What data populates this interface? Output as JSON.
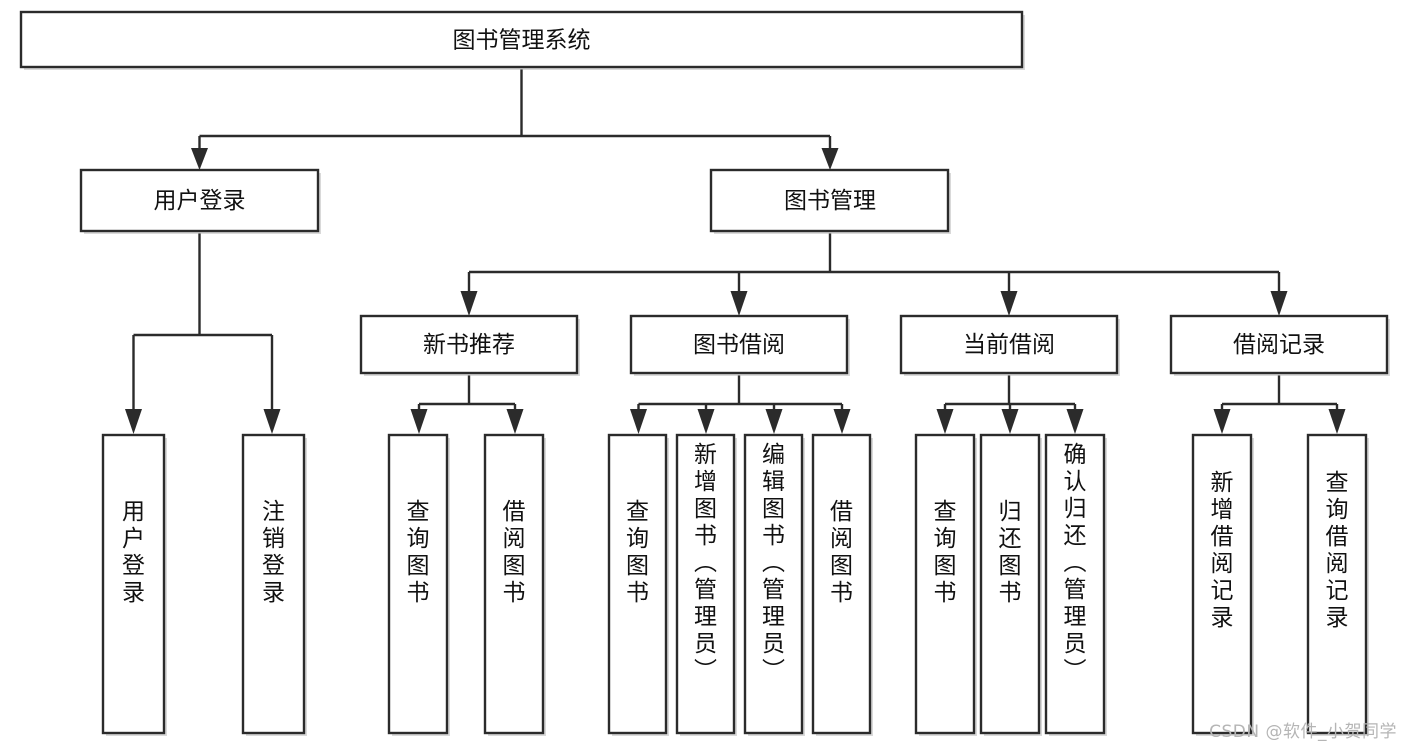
{
  "diagram": {
    "title": "图书管理系统",
    "type": "tree-hierarchy-flowchart",
    "root": {
      "id": "root",
      "label": "图书管理系统"
    },
    "level1": [
      {
        "id": "user-login",
        "label": "用户登录"
      },
      {
        "id": "book-manage",
        "label": "图书管理"
      }
    ],
    "level2": [
      {
        "id": "new-book-rec",
        "label": "新书推荐",
        "parent": "book-manage"
      },
      {
        "id": "book-borrow",
        "label": "图书借阅",
        "parent": "book-manage"
      },
      {
        "id": "current-borrow",
        "label": "当前借阅",
        "parent": "book-manage"
      },
      {
        "id": "borrow-record",
        "label": "借阅记录",
        "parent": "book-manage"
      }
    ],
    "leaves": [
      {
        "id": "leaf-user-login",
        "label": "用户登录",
        "parent": "user-login"
      },
      {
        "id": "leaf-logout",
        "label": "注销登录",
        "parent": "user-login"
      },
      {
        "id": "leaf-query-book-1",
        "label": "查询图书",
        "parent": "new-book-rec"
      },
      {
        "id": "leaf-borrow-book-1",
        "label": "借阅图书",
        "parent": "new-book-rec"
      },
      {
        "id": "leaf-query-book-2",
        "label": "查询图书",
        "parent": "book-borrow"
      },
      {
        "id": "leaf-add-book",
        "label": "新增图书（管理员）",
        "parent": "book-borrow"
      },
      {
        "id": "leaf-edit-book",
        "label": "编辑图书（管理员）",
        "parent": "book-borrow"
      },
      {
        "id": "leaf-borrow-book-2",
        "label": "借阅图书",
        "parent": "book-borrow"
      },
      {
        "id": "leaf-query-book-3",
        "label": "查询图书",
        "parent": "current-borrow"
      },
      {
        "id": "leaf-return-book",
        "label": "归还图书",
        "parent": "current-borrow"
      },
      {
        "id": "leaf-confirm-return",
        "label": "确认归还（管理员）",
        "parent": "current-borrow"
      },
      {
        "id": "leaf-add-record",
        "label": "新增借阅记录",
        "parent": "borrow-record"
      },
      {
        "id": "leaf-query-record",
        "label": "查询借阅记录",
        "parent": "borrow-record"
      }
    ],
    "colors": {
      "stroke": "#2b2b2b",
      "fill": "#ffffff",
      "text": "#111111",
      "watermark": "#b5b5b5",
      "background": "#ffffff"
    }
  },
  "watermark": {
    "text": "CSDN @软件_小贺同学"
  }
}
